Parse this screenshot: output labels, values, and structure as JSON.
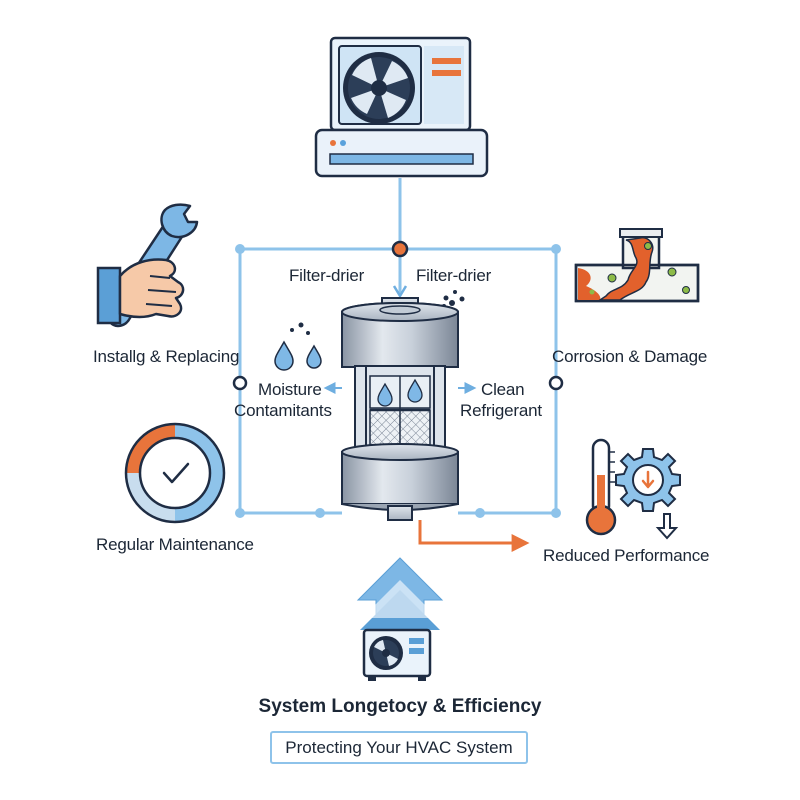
{
  "diagram": {
    "labels": {
      "filter_left": "Filter-drier",
      "filter_right": "Filter-drier",
      "install": "Installg & Replacing",
      "corrosion": "Corrosion & Damage",
      "moisture_line1": "Moisture",
      "moisture_line2": "Contamitants",
      "clean_line1": "Clean",
      "clean_line2": "Refrigerant",
      "maintenance": "Regular Maintenance",
      "performance": "Reduced Performance"
    },
    "footer": {
      "title": "System Longetocy & Efficiency",
      "tagline": "Protecting Your HVAC System"
    },
    "icons": {
      "top_unit": "ac-outdoor-unit-icon",
      "bottom_unit": "ac-outdoor-unit-small-icon",
      "install": "hand-wrench-icon",
      "corrosion": "corroded-pipe-icon",
      "maintenance": "maintenance-gauge-check-icon",
      "performance": "thermometer-gear-down-icon",
      "filter": "filter-drier-canister-icon",
      "water_drop": "water-drop-icon",
      "up_arrow": "up-arrow-icon"
    },
    "colors": {
      "line_blue": "#8ec3ea",
      "accent_orange": "#e8743b",
      "navy": "#1f2d44",
      "steel": "#b9c3cf"
    }
  }
}
